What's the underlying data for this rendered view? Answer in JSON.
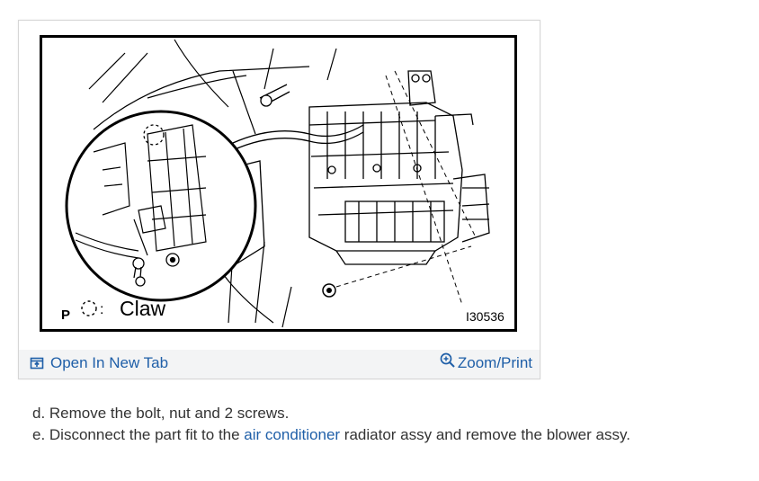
{
  "figure": {
    "legend_symbol": "P",
    "legend_label": "Claw",
    "legend_colon": ":",
    "figure_code": "I30536"
  },
  "toolbar": {
    "open_tab_label": "Open In New Tab",
    "zoom_label": "Zoom/Print"
  },
  "steps": {
    "d_text": "d. Remove the bolt, nut and 2 screws.",
    "e_prefix": "e. Disconnect the part fit to the ",
    "e_link": "air conditioner",
    "e_suffix": " radiator assy and remove the blower assy."
  },
  "colors": {
    "link": "#1f5fa8",
    "text": "#333333",
    "toolbar_bg": "#f3f4f5"
  }
}
